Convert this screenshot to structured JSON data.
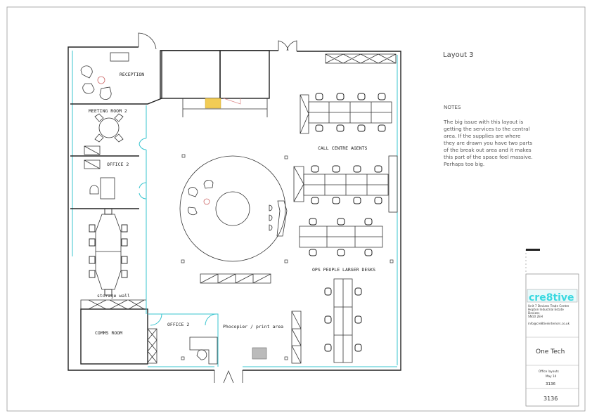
{
  "layout_title": "Layout 3",
  "notes": {
    "heading": "NOTES",
    "lines": [
      "The big issue with this layout is",
      "getting the services to the central",
      "area. If the supplies are where",
      "they are drawn you have two parts",
      "of the break out area and it makes",
      "this part of the space feel massive.",
      "Perhaps too big."
    ]
  },
  "rooms": {
    "reception": "RECEPTION",
    "meeting_room": "MEETING ROOM 2",
    "office_upper": "OFFICE 2",
    "storage_wall": "storage wall",
    "comms_room": "COMMS ROOM",
    "office_lower": "OFFICE 2",
    "photocopier": "Phocopier / print area",
    "call_centre": "CALL CENTRE AGENTS",
    "ops_people": "OPS PEOPLE LARGER DESKS"
  },
  "title_block": {
    "logo": "cre8tive",
    "address": [
      "Unit 7 Devizes Trade Centre",
      "Hopton Industrial Estate",
      "Devizes",
      "SN10 2EH"
    ],
    "email": "info@cre8tiveinteriors.co.uk",
    "client": "One Tech",
    "drawing_title": "Office layouts",
    "date": "May 14",
    "job_number": "3136",
    "drawing_number": "3136"
  },
  "colors": {
    "glazing": "#39c5cf",
    "logo": "#39d8e0",
    "frame": "#888888"
  }
}
